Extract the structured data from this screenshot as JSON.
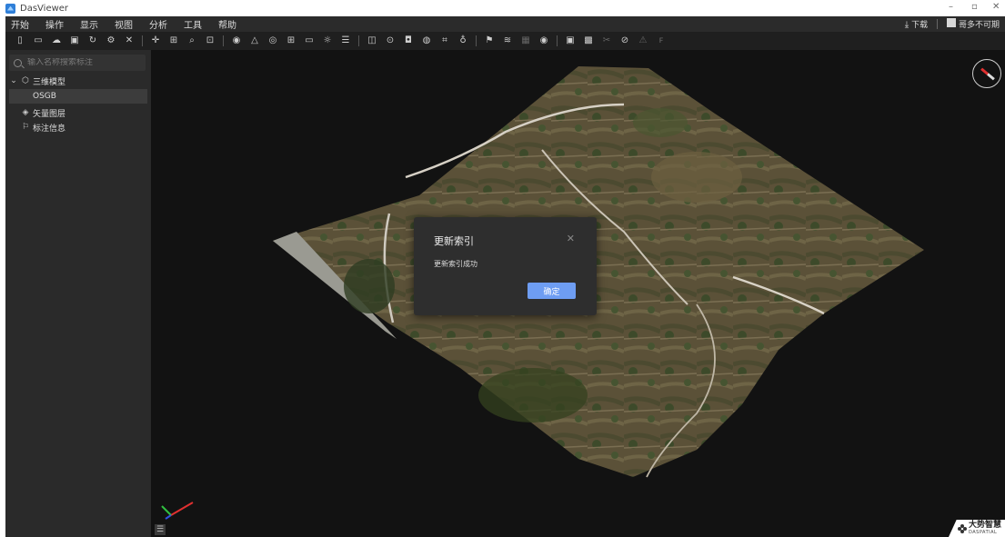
{
  "window": {
    "title": "DasViewer"
  },
  "menu": {
    "items": [
      "开始",
      "操作",
      "显示",
      "视图",
      "分析",
      "工具",
      "帮助"
    ],
    "download_label": "下载",
    "user_label": "哥多不可期"
  },
  "toolbar": {
    "icons": [
      "new-file-icon",
      "open-folder-icon",
      "cloud-icon",
      "save-icon",
      "refresh-icon",
      "settings-icon",
      "close-icon",
      "move-icon",
      "measure-icon",
      "zoom-icon",
      "frame-icon",
      "solid-mode-icon",
      "triangle-icon",
      "texture-icon",
      "grid-icon",
      "monitor-icon",
      "light-icon",
      "layers-icon",
      "split-icon",
      "focus-icon",
      "capture-icon",
      "sphere-icon",
      "crop-icon",
      "pin-icon",
      "flag-icon",
      "path-icon",
      "grid-off-icon",
      "marker-icon",
      "photo-icon",
      "clip-icon",
      "scissor-icon",
      "link-icon",
      "triangle-warning-icon",
      "font-icon"
    ]
  },
  "sidebar": {
    "search_placeholder": "输入名称搜索标注",
    "tree": [
      {
        "label": "三维模型",
        "icon": "cube-icon",
        "expanded": true
      },
      {
        "label": "OSGB",
        "selected": true
      },
      {
        "label": "矢量图层",
        "icon": "layers-icon"
      },
      {
        "label": "标注信息",
        "icon": "flag-icon"
      }
    ]
  },
  "dialog": {
    "title": "更新索引",
    "message": "更新索引成功",
    "ok_label": "确定"
  },
  "watermark": {
    "brand": "大势智慧",
    "sub": "DASPATIAL"
  },
  "colors": {
    "accent": "#6e9df2",
    "viewport_bg": "#121212",
    "panel_bg": "#2a2a2a"
  }
}
